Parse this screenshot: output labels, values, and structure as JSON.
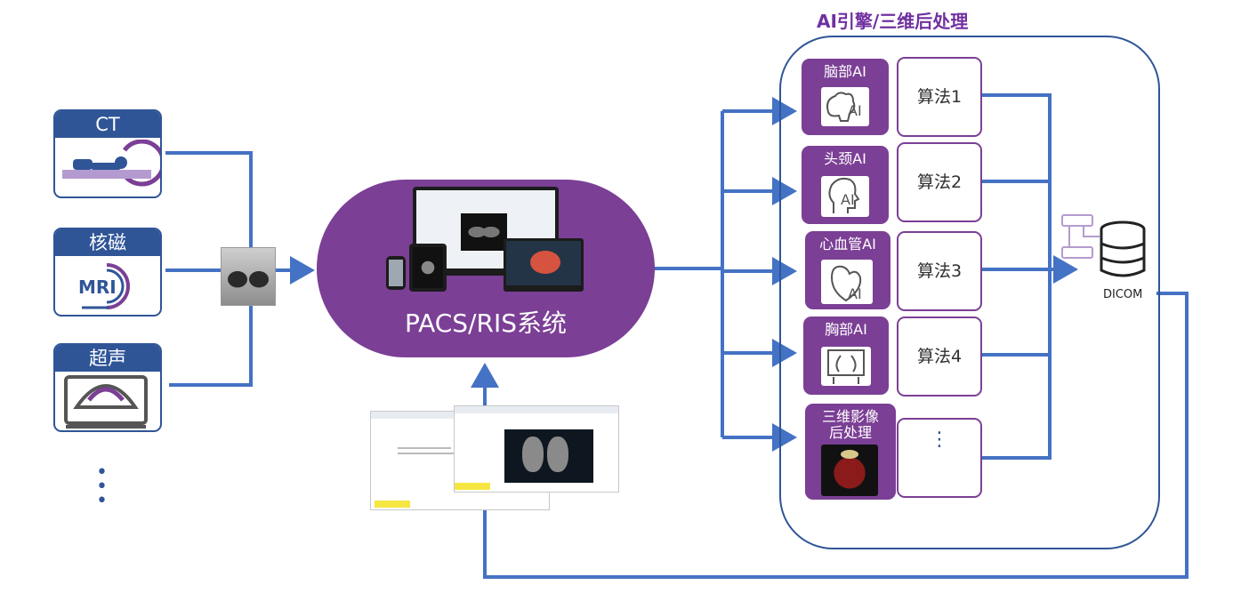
{
  "modalities": [
    {
      "label": "CT",
      "icon": "ct-scanner-icon"
    },
    {
      "label": "核磁",
      "icon": "mri-icon",
      "icon_text": "MRI"
    },
    {
      "label": "超声",
      "icon": "ultrasound-icon"
    }
  ],
  "modalities_more": "⋮",
  "pacs": {
    "label": "PACS/RIS系统"
  },
  "engine": {
    "title": "AI引擎/三维后处理",
    "modules": [
      {
        "label": "脑部AI",
        "icon": "brain-ai-icon",
        "algorithm": "算法1"
      },
      {
        "label": "头颈AI",
        "icon": "head-neck-ai-icon",
        "algorithm": "算法2"
      },
      {
        "label": "心血管AI",
        "icon": "heart-ai-icon",
        "algorithm": "算法3"
      },
      {
        "label": "胸部AI",
        "icon": "chest-ai-icon",
        "algorithm": "算法4"
      },
      {
        "label": "三维影像后处理",
        "label_line1": "三维影像",
        "label_line2": "后处理",
        "icon": "3d-heart-render-icon",
        "algorithm": "⋮"
      }
    ]
  },
  "dicom": {
    "label": "DICOM"
  },
  "colors": {
    "blue": "#4472c4",
    "dark_blue": "#2f5597",
    "purple": "#7b3f95",
    "title_purple": "#7030a0"
  }
}
